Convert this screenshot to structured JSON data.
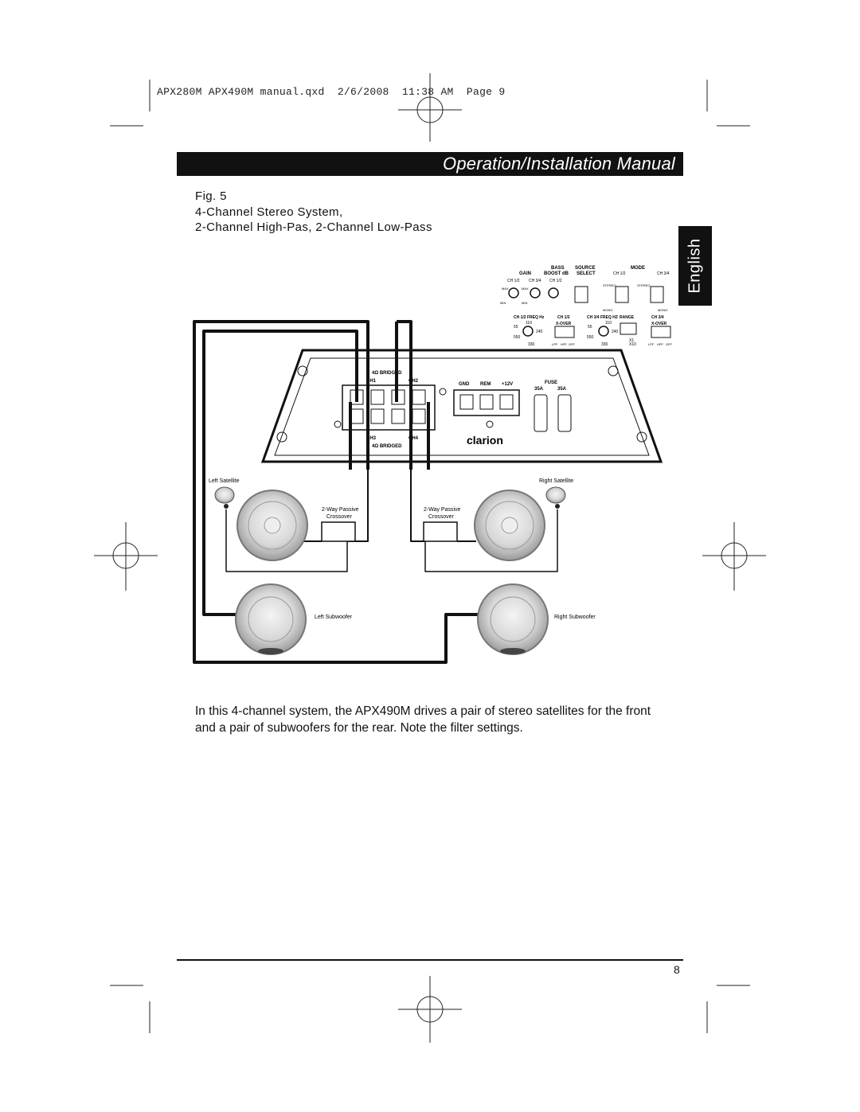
{
  "slug": "APX280M APX490M manual.qxd  2/6/2008  11:38 AM  Page 9",
  "banner_title": "Operation/Installation Manual",
  "side_tab": "English",
  "figure": {
    "number": "Fig. 5",
    "line1": "4-Channel Stereo System,",
    "line2": "2-Channel High-Pas, 2-Channel Low-Pass",
    "labels": {
      "left_satellite": "Left Satellite",
      "right_satellite": "Right Satellite",
      "passive_left_1": "2-Way Passive",
      "passive_left_2": "Crossover",
      "passive_right_1": "2-Way Passive",
      "passive_right_2": "Crossover",
      "left_subwoofer": "Left Subwoofer",
      "right_subwoofer": "Right Subwoofer",
      "bridged_top": "4Ω BRIDGED",
      "bridged_bottom": "4Ω BRIDGED",
      "ch1": "CH1",
      "ch2": "CH2",
      "ch3": "CH3",
      "ch4": "CH4",
      "gnd": "GND",
      "rem": "REM",
      "v12": "+12V",
      "fuse": "FUSE",
      "fuse_a": "35A",
      "fuse_b": "35A",
      "brand": "clarion",
      "gain": "GAIN",
      "bass": "BASS",
      "boost": "BOOST dB",
      "source": "SOURCE",
      "select": "SELECT",
      "mode": "MODE",
      "ch12": "CH 1/2",
      "ch34": "CH 3/4",
      "freq12": "CH 1/2 FREQ Hz",
      "xover12": "CH 1/2",
      "xover_label": "X-OVER",
      "freq34": "CH 3/4 FREQ HZ",
      "range": "RANGE",
      "xover34": "CH 3/4",
      "f55": "55",
      "f110": "110",
      "f240": "240",
      "f550": "550",
      "f330": "330",
      "x1": "X1",
      "x10": "X10",
      "lpf": "LPF",
      "hpf": "HPF",
      "off": "OFF",
      "stereo": "STEREO",
      "mono": "MONO",
      "max": "MAX",
      "min": "MIN"
    }
  },
  "body": "In this 4-channel system, the APX490M drives a pair of stereo satellites for the front and a pair of subwoofers for the rear. Note the filter settings.",
  "page_number": "8"
}
